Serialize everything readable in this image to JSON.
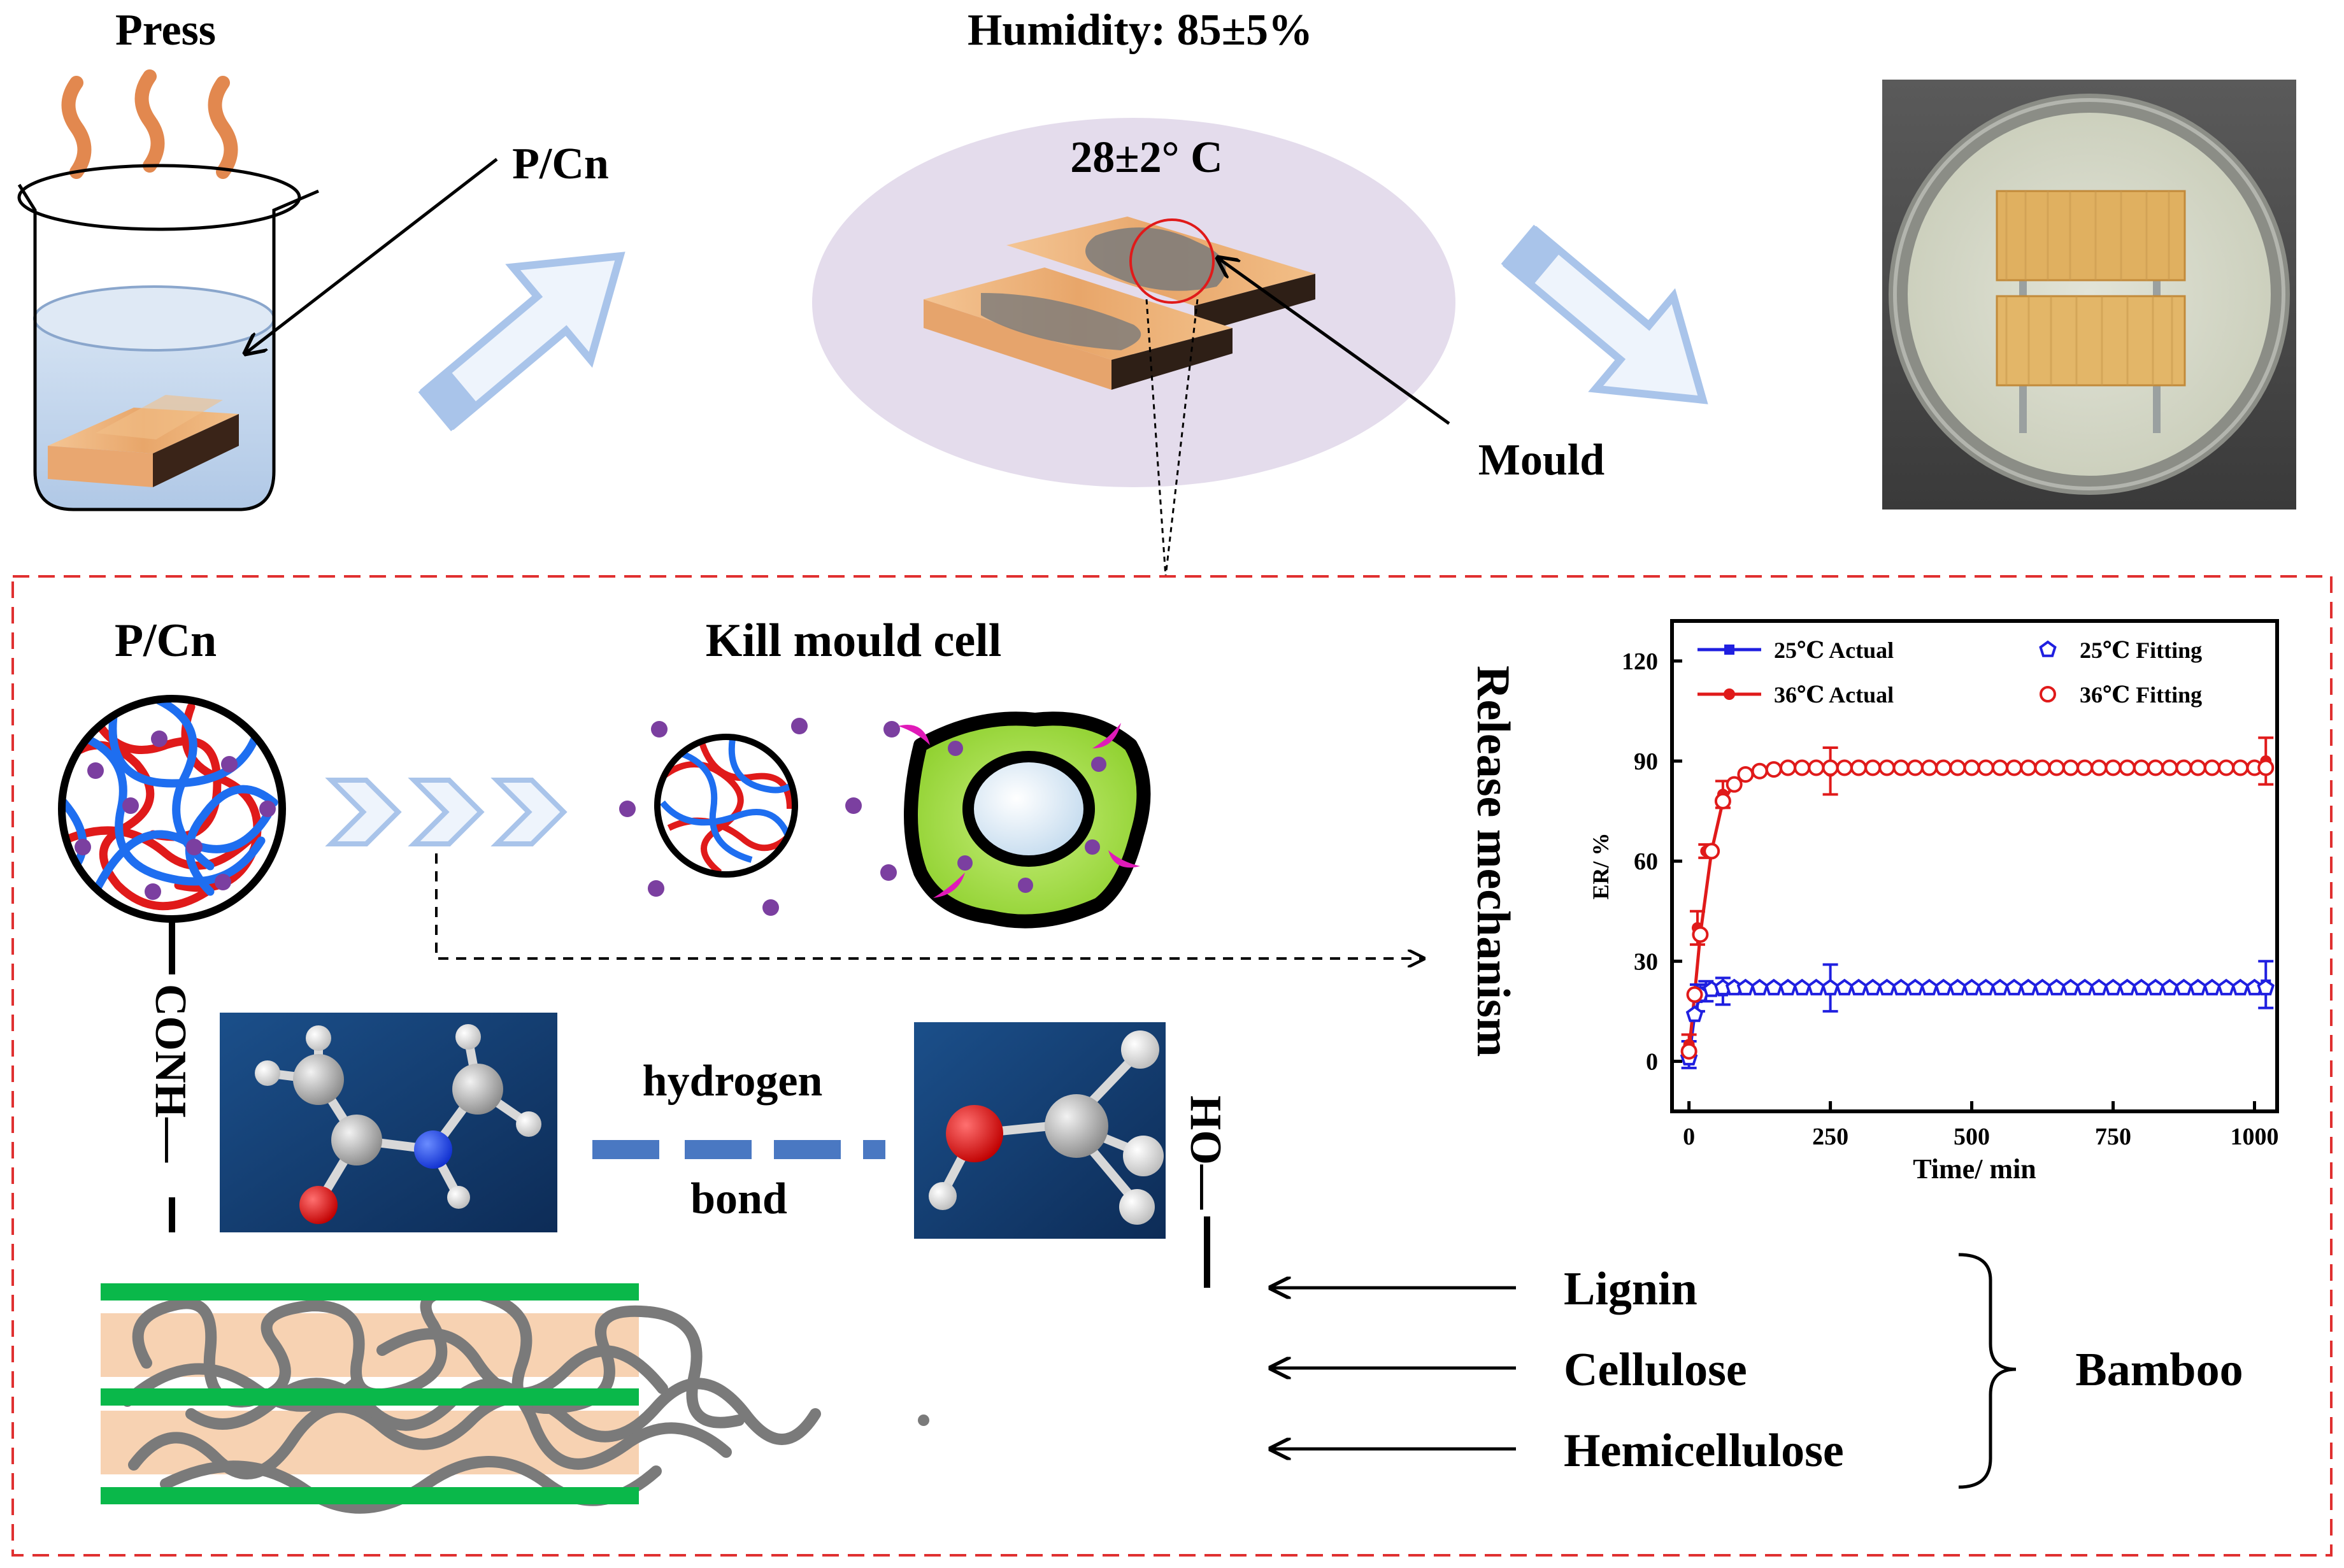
{
  "top": {
    "press_label": "Press",
    "pcn_label": "P/Cn",
    "humidity_label": "Humidity: 85±5%",
    "temperature_label": "28±2° C",
    "mould_label": "Mould"
  },
  "mechanism": {
    "pcn_label": "P/Cn",
    "kill_label": "Kill mould  cell",
    "release_label": "Release mechanism",
    "conh_label": "CONH—",
    "ho_label": "HO—",
    "hydrogen_label": "hydrogen",
    "bond_label": "bond"
  },
  "layers": {
    "lignin": "Lignin",
    "cellulose": "Cellulose",
    "hemicellulose": "Hemicellulose",
    "bamboo": "Bamboo"
  },
  "colors": {
    "blue_series": "#1f1fe0",
    "red_series": "#e01a1a",
    "lignin_green": "#0ab84a",
    "cellulose_peach": "#f7d2b2",
    "arrow_blue": "#a9c4ea",
    "dashed_border": "#e03030"
  },
  "chart_data": {
    "type": "line",
    "xlabel": "Time/ min",
    "ylabel": "ER/ %",
    "xlim": [
      -30,
      1040
    ],
    "ylim": [
      -15,
      132
    ],
    "xticks": [
      0,
      250,
      500,
      750,
      1000
    ],
    "yticks": [
      0,
      30,
      60,
      90,
      120
    ],
    "legend_position": "top",
    "legend": {
      "actual_25": "25℃  Actual",
      "fitting_25": "25℃  Fitting",
      "actual_36": "36℃  Actual",
      "fitting_36": "36℃  Fitting"
    },
    "series": [
      {
        "name": "25℃  Actual",
        "color": "#1f1fe0",
        "marker": "square",
        "x": [
          0,
          15,
          30,
          60,
          250,
          1020
        ],
        "y": [
          2,
          19,
          21,
          21,
          22,
          23
        ],
        "yerr": [
          4,
          4,
          3,
          4,
          7,
          7
        ]
      },
      {
        "name": "36℃  Actual",
        "color": "#e01a1a",
        "marker": "circle",
        "x": [
          0,
          15,
          30,
          60,
          250,
          1020
        ],
        "y": [
          5,
          40,
          63,
          80,
          87,
          90
        ],
        "yerr": [
          3,
          5,
          2,
          4,
          7,
          7
        ]
      },
      {
        "name": "25℃  Fitting",
        "color": "#1f1fe0",
        "marker": "pentagon-open",
        "x": [
          0,
          10,
          20,
          40,
          60,
          80,
          100,
          125,
          150,
          175,
          200,
          225,
          250,
          275,
          300,
          325,
          350,
          375,
          400,
          425,
          450,
          475,
          500,
          525,
          550,
          575,
          600,
          625,
          650,
          675,
          700,
          725,
          750,
          775,
          800,
          825,
          850,
          875,
          900,
          925,
          950,
          975,
          1000,
          1020
        ],
        "y": [
          1,
          14,
          20,
          21.5,
          22,
          22,
          22,
          22,
          22,
          22,
          22,
          22,
          22,
          22,
          22,
          22,
          22,
          22,
          22,
          22,
          22,
          22,
          22,
          22,
          22,
          22,
          22,
          22,
          22,
          22,
          22,
          22,
          22,
          22,
          22,
          22,
          22,
          22,
          22,
          22,
          22,
          22,
          22,
          22
        ]
      },
      {
        "name": "36℃  Fitting",
        "color": "#e01a1a",
        "marker": "circle-open",
        "x": [
          0,
          10,
          20,
          40,
          60,
          80,
          100,
          125,
          150,
          175,
          200,
          225,
          250,
          275,
          300,
          325,
          350,
          375,
          400,
          425,
          450,
          475,
          500,
          525,
          550,
          575,
          600,
          625,
          650,
          675,
          700,
          725,
          750,
          775,
          800,
          825,
          850,
          875,
          900,
          925,
          950,
          975,
          1000,
          1020
        ],
        "y": [
          3,
          20,
          38,
          63,
          78,
          83,
          86,
          87,
          87.5,
          88,
          88,
          88,
          88,
          88,
          88,
          88,
          88,
          88,
          88,
          88,
          88,
          88,
          88,
          88,
          88,
          88,
          88,
          88,
          88,
          88,
          88,
          88,
          88,
          88,
          88,
          88,
          88,
          88,
          88,
          88,
          88,
          88,
          88,
          88
        ]
      }
    ]
  }
}
